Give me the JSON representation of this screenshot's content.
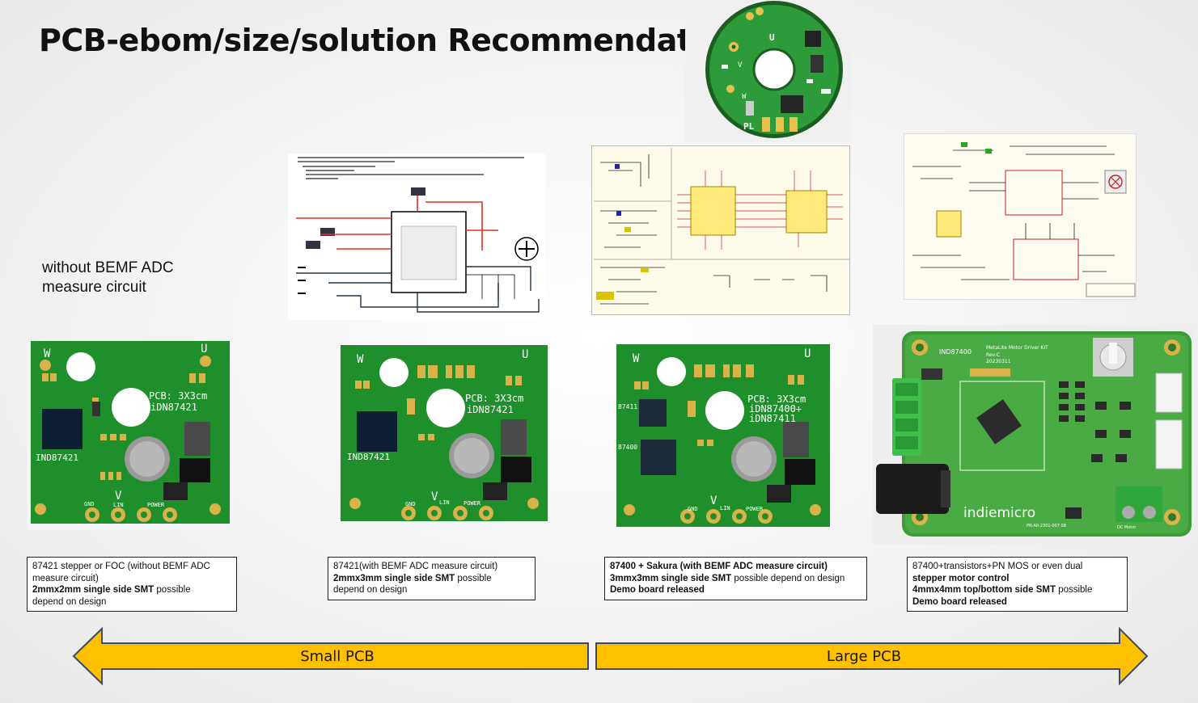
{
  "title": "PCB-ebom/size/solution Recommendation",
  "note": {
    "line1": "without BEMF ADC",
    "line2": "measure circuit"
  },
  "boards": [
    {
      "pcb_text": "PCB: 3X3cm",
      "part_lines": [
        "iDN87421"
      ],
      "chip_label": "IND87421",
      "side_labels": []
    },
    {
      "pcb_text": "PCB: 3X3cm",
      "part_lines": [
        "iDN87421"
      ],
      "chip_label": "IND87421",
      "side_labels": []
    },
    {
      "pcb_text": "PCB: 3X3cm",
      "part_lines": [
        "iDN87400+",
        "iDN87411"
      ],
      "chip_label": "",
      "side_labels": [
        "87411",
        "87400"
      ]
    }
  ],
  "pin_labels": {
    "w": "W",
    "u": "U",
    "v": "V",
    "gnd": "GND",
    "lin": "LIN",
    "power": "POWER"
  },
  "ring_board": {
    "label": "PL"
  },
  "demo_board": {
    "part": "IND87400",
    "kit_line1": "MetaLite Motor Driver KIT",
    "kit_line2": "Rev:C",
    "kit_line3": "20230311",
    "brand": "indiemicro",
    "board_id": "PN:A0-2301-007 0B",
    "dc_motor": "DC Motor"
  },
  "captions": [
    {
      "lines": [
        {
          "text": "87421 stepper or FOC (without BEMF ADC",
          "bold": false
        },
        {
          "text": "measure circuit)",
          "bold": false
        },
        {
          "text": "2mmx2mm single side SMT",
          "bold": true,
          "suffix": " possible"
        },
        {
          "text": "depend on design",
          "bold": false
        }
      ]
    },
    {
      "lines": [
        {
          "text": "87421(with BEMF ADC measure circuit)",
          "bold": false
        },
        {
          "text": "2mmx3mm single side SMT",
          "bold": true,
          "suffix": " possible"
        },
        {
          "text": "depend on design",
          "bold": false
        }
      ]
    },
    {
      "lines": [
        {
          "text": "87400 + Sakura (with BEMF ADC measure circuit)",
          "bold": true
        },
        {
          "text": "3mmx3mm single side SMT",
          "bold": true,
          "suffix": " possible depend on design"
        },
        {
          "text": "Demo board released",
          "bold": true
        }
      ]
    },
    {
      "lines": [
        {
          "text": "87400+transistors+PN MOS or even dual",
          "bold": false,
          "suffix_bold": ""
        },
        {
          "text": "stepper motor control",
          "bold": true
        },
        {
          "text": "4mmx4mm top/bottom side SMT",
          "bold": true,
          "suffix": " possible"
        },
        {
          "text": "Demo board released",
          "bold": true
        }
      ]
    }
  ],
  "arrows": {
    "left_label": "Small PCB",
    "right_label": "Large PCB",
    "fill_color": "#ffc000",
    "stroke_color": "#3a4a6b"
  },
  "colors": {
    "pcb_green": "#1f8f2c",
    "pcb_dark": "#176b21",
    "pad_gold": "#d9b24a",
    "silk": "#ffffff"
  }
}
